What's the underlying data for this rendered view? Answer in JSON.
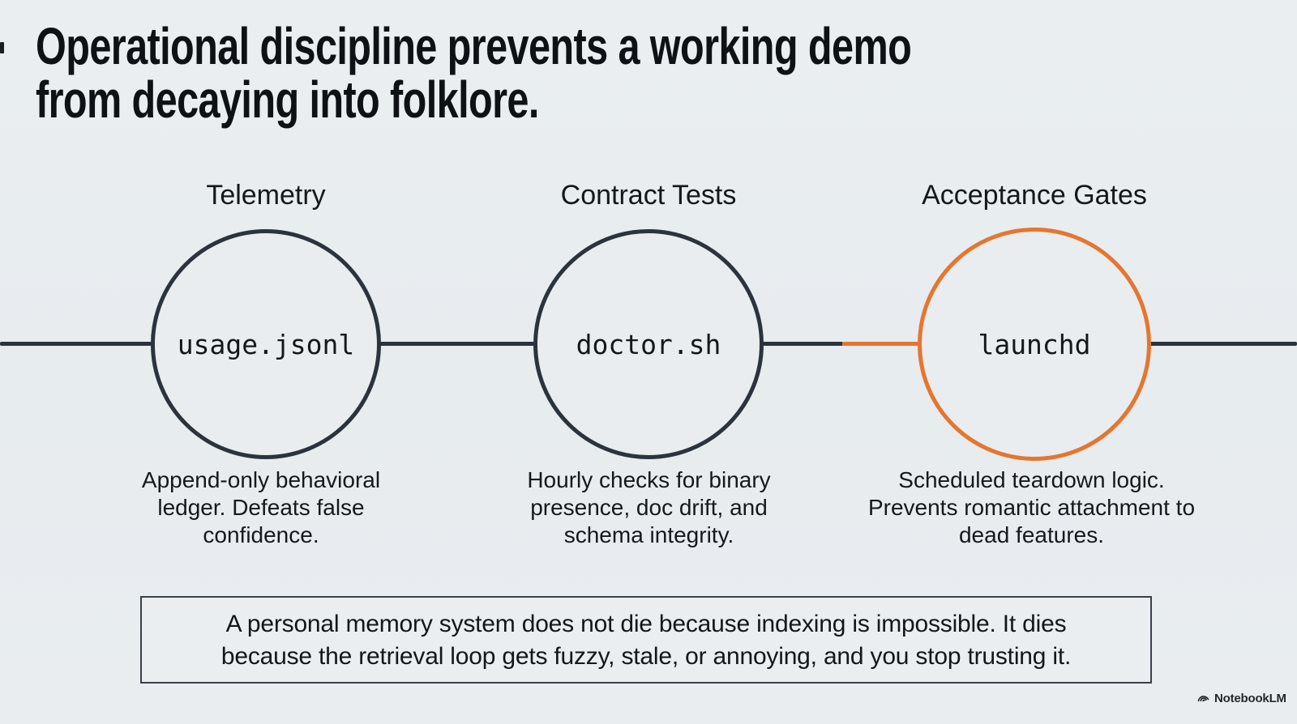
{
  "title": {
    "line1": "Operational discipline prevents a working demo",
    "line2": "from decaying into folklore."
  },
  "stages": [
    {
      "label": "Telemetry",
      "node": "usage.jsonl",
      "description": "Append-only behavioral ledger. Defeats false confidence."
    },
    {
      "label": "Contract Tests",
      "node": "doctor.sh",
      "description": "Hourly checks for binary presence, doc drift, and schema integrity."
    },
    {
      "label": "Acceptance Gates",
      "node": "launchd",
      "description": "Scheduled teardown logic. Prevents romantic attachment to dead features."
    }
  ],
  "callout": {
    "line1": "A personal memory system does not die because indexing is impossible. It dies",
    "line2": "because the retrieval loop gets fuzzy, stale, or annoying, and you stop trusting it."
  },
  "watermark": {
    "label": "NotebookLM"
  },
  "colors": {
    "background": "#e9edf0",
    "stroke_dark": "#2b333d",
    "accent_orange": "#e5762f",
    "title_text": "#0e1216",
    "body_text": "#15191e"
  }
}
